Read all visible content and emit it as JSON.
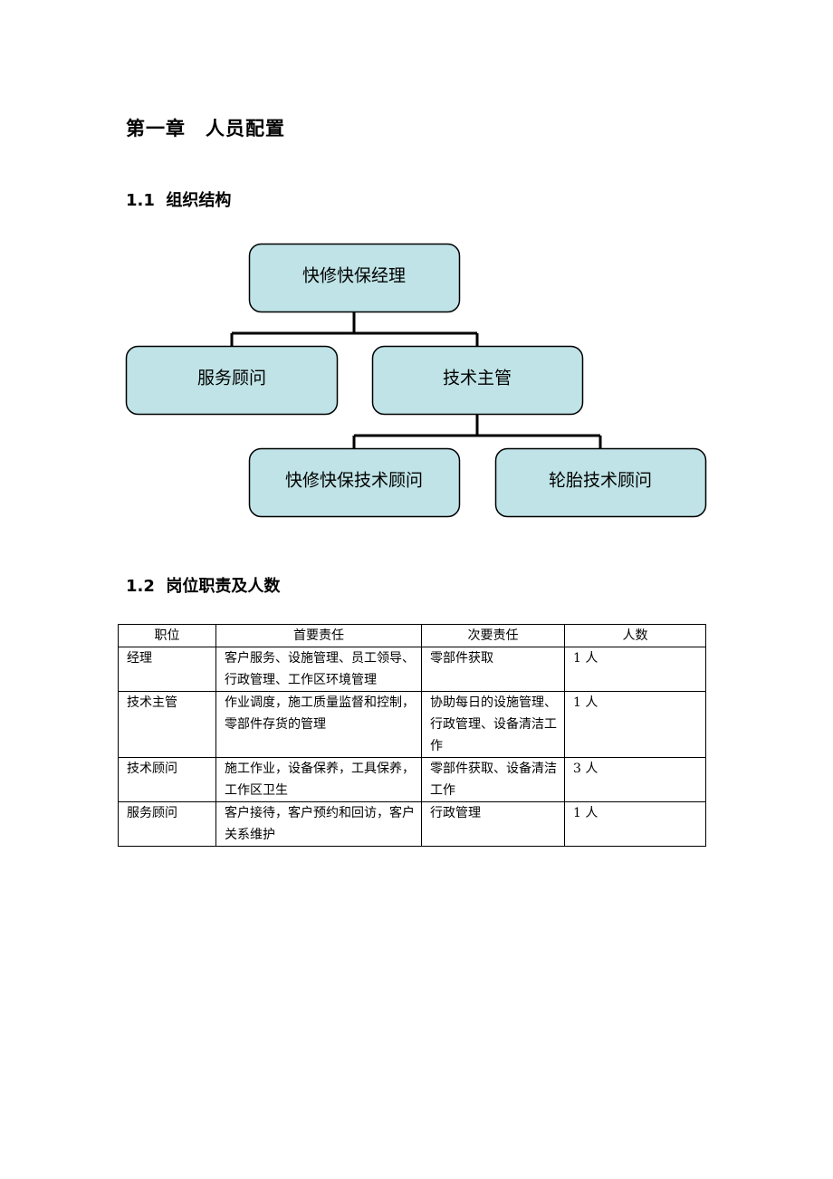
{
  "chapter": {
    "title": "第一章　人员配置"
  },
  "sections": [
    {
      "title": "1.1  组织结构"
    },
    {
      "title": "1.2  岗位职责及人数"
    }
  ],
  "org_chart": {
    "root": "快修快保经理",
    "level2": [
      "服务顾问",
      "技术主管"
    ],
    "level3": [
      "快修快保技术顾问",
      "轮胎技术顾问"
    ],
    "colors": {
      "box_fill": "#bfe3e6",
      "box_stroke": "#000000"
    }
  },
  "table": {
    "headers": [
      "职位",
      "首要责任",
      "次要责任",
      "人数"
    ],
    "rows": [
      {
        "position": "经理",
        "primary": "客户服务、设施管理、员工领导、行政管理、工作区环境管理",
        "secondary": "零部件获取",
        "count": "1 人"
      },
      {
        "position": "技术主管",
        "primary": "作业调度，施工质量监督和控制，零部件存货的管理",
        "secondary": "协助每日的设施管理、行政管理、设备清洁工作",
        "count": "1 人"
      },
      {
        "position": "技术顾问",
        "primary": "施工作业，设备保养，工具保养，工作区卫生",
        "secondary": "零部件获取、设备清洁工作",
        "count": "3 人"
      },
      {
        "position": "服务顾问",
        "primary": "客户接待，客户预约和回访，客户关系维护",
        "secondary": "行政管理",
        "count": "1 人"
      }
    ]
  }
}
